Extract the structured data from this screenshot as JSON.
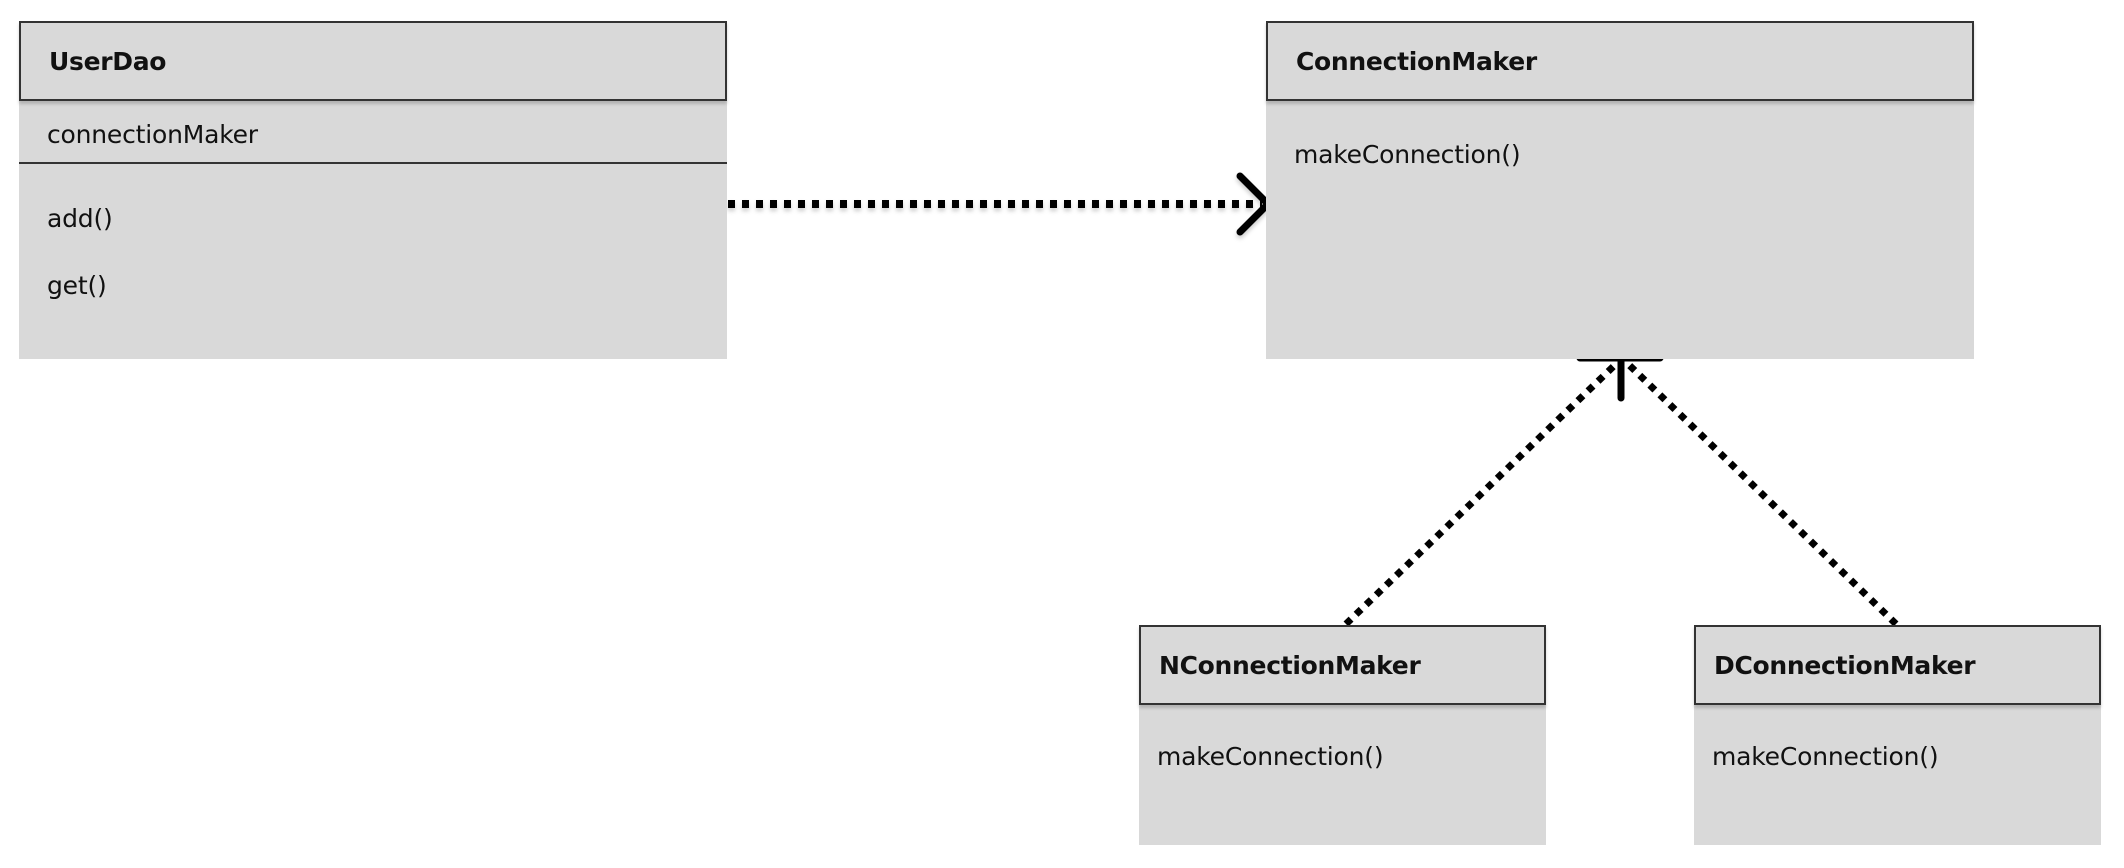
{
  "classes": {
    "userdao": {
      "name": "UserDao",
      "attributes": [
        "connectionMaker"
      ],
      "methods": [
        "add()",
        "get()"
      ]
    },
    "connectionmaker": {
      "name": "ConnectionMaker",
      "methods": [
        "makeConnection()"
      ]
    },
    "nconnectionmaker": {
      "name": "NConnectionMaker",
      "methods": [
        "makeConnection()"
      ]
    },
    "dconnectionmaker": {
      "name": "DConnectionMaker",
      "methods": [
        "makeConnection()"
      ]
    }
  }
}
